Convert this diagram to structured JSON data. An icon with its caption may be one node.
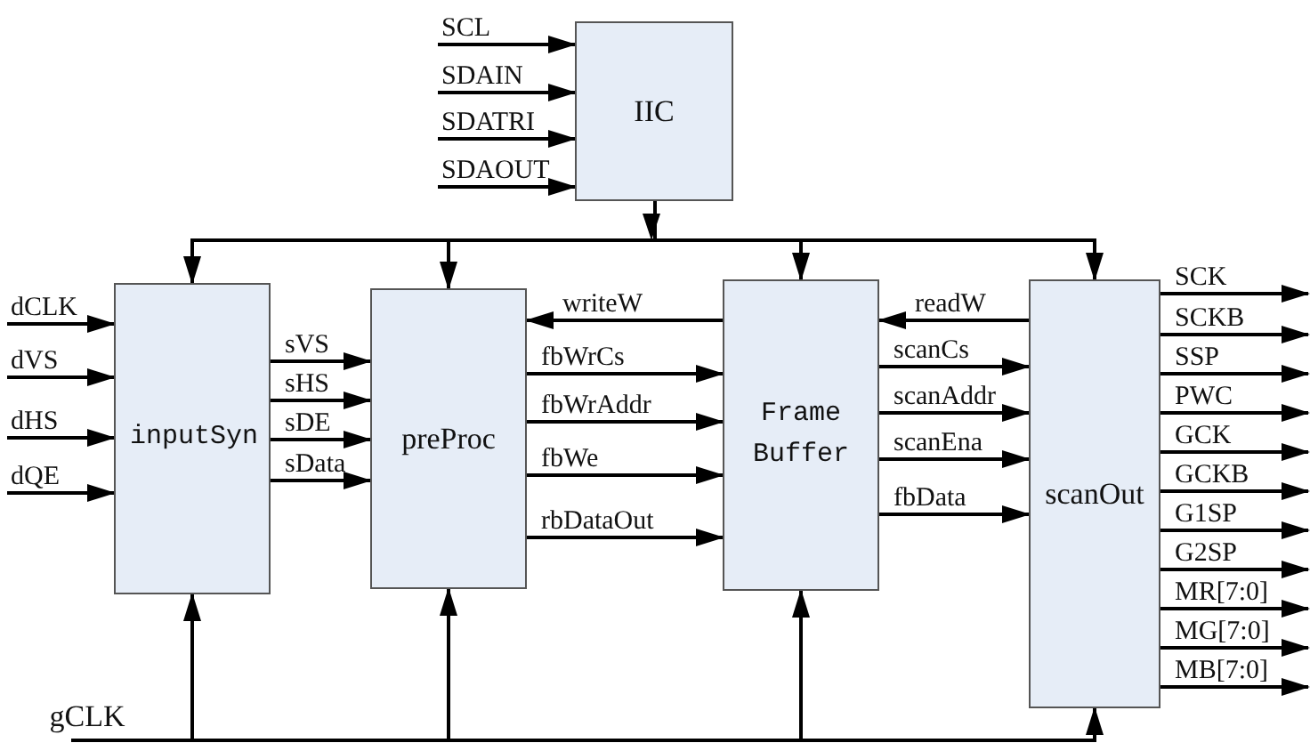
{
  "diagram": {
    "nodes": [
      {
        "text": [
          "IIC"
        ]
      },
      {
        "text": [
          "inputSyn"
        ]
      },
      {
        "text": [
          "preProc"
        ]
      },
      {
        "text": [
          "Frame Buffer"
        ]
      },
      {
        "text": [
          "scanOut"
        ]
      },
      {
        "text": [
          "gCLK"
        ]
      }
    ],
    "edges": [
      {
        "from": null,
        "to": 0,
        "arrow": "to",
        "label": "SCL"
      },
      {
        "from": null,
        "to": 0,
        "arrow": "to",
        "label": "SDAIN"
      },
      {
        "from": null,
        "to": 0,
        "arrow": "to",
        "label": "SDATRI"
      },
      {
        "from": null,
        "to": 0,
        "arrow": "to",
        "label": "SDAOUT"
      },
      {
        "from": 0,
        "to": 1,
        "arrow": "to"
      },
      {
        "from": 0,
        "to": 2,
        "arrow": "to"
      },
      {
        "from": 0,
        "to": 3,
        "arrow": "to"
      },
      {
        "from": 0,
        "to": 4,
        "arrow": "to"
      },
      {
        "from": null,
        "to": 1,
        "arrow": "to",
        "label": "dCLK"
      },
      {
        "from": null,
        "to": 1,
        "arrow": "to",
        "label": "dVS"
      },
      {
        "from": null,
        "to": 1,
        "arrow": "to",
        "label": "dHS"
      },
      {
        "from": null,
        "to": 1,
        "arrow": "to",
        "label": "dQE"
      },
      {
        "from": 1,
        "to": 2,
        "arrow": "to",
        "label": "sVS"
      },
      {
        "from": 1,
        "to": 2,
        "arrow": "to",
        "label": "sHS"
      },
      {
        "from": 1,
        "to": 2,
        "arrow": "to",
        "label": "sDE"
      },
      {
        "from": 1,
        "to": 2,
        "arrow": "to",
        "label": "sData"
      },
      {
        "from": 3,
        "to": 2,
        "arrow": "to",
        "label": "writeW"
      },
      {
        "from": 2,
        "to": 3,
        "arrow": "to",
        "label": "fbWrCs"
      },
      {
        "from": 2,
        "to": 3,
        "arrow": "to",
        "label": "fbWrAddr"
      },
      {
        "from": 2,
        "to": 3,
        "arrow": "to",
        "label": "fbWe"
      },
      {
        "from": 2,
        "to": 3,
        "arrow": "to",
        "label": "rbDataOut"
      },
      {
        "from": 4,
        "to": 3,
        "arrow": "to",
        "label": "readW"
      },
      {
        "from": 3,
        "to": 4,
        "arrow": "to",
        "label": "scanCs"
      },
      {
        "from": 3,
        "to": 4,
        "arrow": "to",
        "label": "scanAddr"
      },
      {
        "from": 3,
        "to": 4,
        "arrow": "to",
        "label": "scanEna"
      },
      {
        "from": 3,
        "to": 4,
        "arrow": "to",
        "label": "fbData"
      },
      {
        "from": 4,
        "to": null,
        "arrow": "to",
        "label": "SCK"
      },
      {
        "from": 4,
        "to": null,
        "arrow": "to",
        "label": "SCKB"
      },
      {
        "from": 4,
        "to": null,
        "arrow": "to",
        "label": "SSP"
      },
      {
        "from": 4,
        "to": null,
        "arrow": "to",
        "label": "PWC"
      },
      {
        "from": 4,
        "to": null,
        "arrow": "to",
        "label": "GCK"
      },
      {
        "from": 4,
        "to": null,
        "arrow": "to",
        "label": "GCKB"
      },
      {
        "from": 4,
        "to": null,
        "arrow": "to",
        "label": "G1SP"
      },
      {
        "from": 4,
        "to": null,
        "arrow": "to",
        "label": "G2SP"
      },
      {
        "from": 4,
        "to": null,
        "arrow": "to",
        "label": "MR[7:0]"
      },
      {
        "from": 4,
        "to": null,
        "arrow": "to",
        "label": "MG[7:0]"
      },
      {
        "from": 4,
        "to": null,
        "arrow": "to",
        "label": "MB[7:0]"
      },
      {
        "from": 5,
        "to": 1,
        "arrow": "to"
      },
      {
        "from": 5,
        "to": 2,
        "arrow": "to"
      },
      {
        "from": 5,
        "to": 3,
        "arrow": "to"
      },
      {
        "from": 5,
        "to": 4,
        "arrow": "to"
      }
    ]
  }
}
